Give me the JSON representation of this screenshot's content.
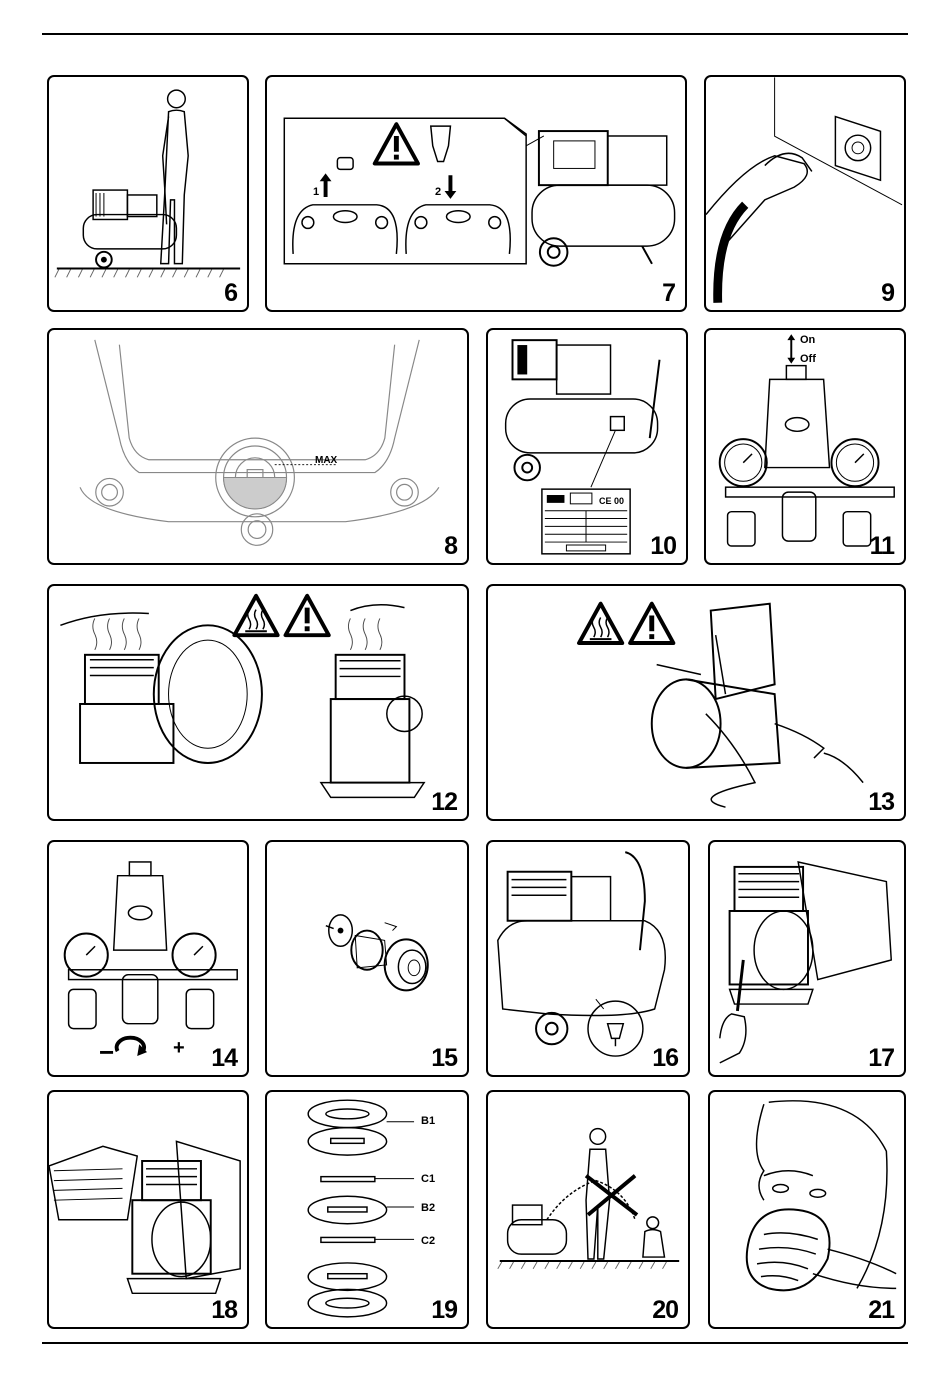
{
  "panels": [
    {
      "number": "6"
    },
    {
      "number": "7"
    },
    {
      "number": "9"
    },
    {
      "number": "8"
    },
    {
      "number": "10"
    },
    {
      "number": "11"
    },
    {
      "number": "12"
    },
    {
      "number": "13"
    },
    {
      "number": "14"
    },
    {
      "number": "15"
    },
    {
      "number": "16"
    },
    {
      "number": "17"
    },
    {
      "number": "18"
    },
    {
      "number": "19"
    },
    {
      "number": "20"
    },
    {
      "number": "21"
    }
  ],
  "labels": {
    "step1": "1",
    "step2": "2",
    "max": "MAX",
    "on": "On",
    "off": "Off",
    "ce": "CE 00",
    "minus": "−",
    "plus": "+",
    "b1": "B1",
    "c1": "C1",
    "b2": "B2",
    "c2": "C2"
  },
  "icons": [
    "warning-triangle-icon",
    "hot-surface-icon",
    "prohibited-cross-icon",
    "pressure-gauge-icon"
  ]
}
